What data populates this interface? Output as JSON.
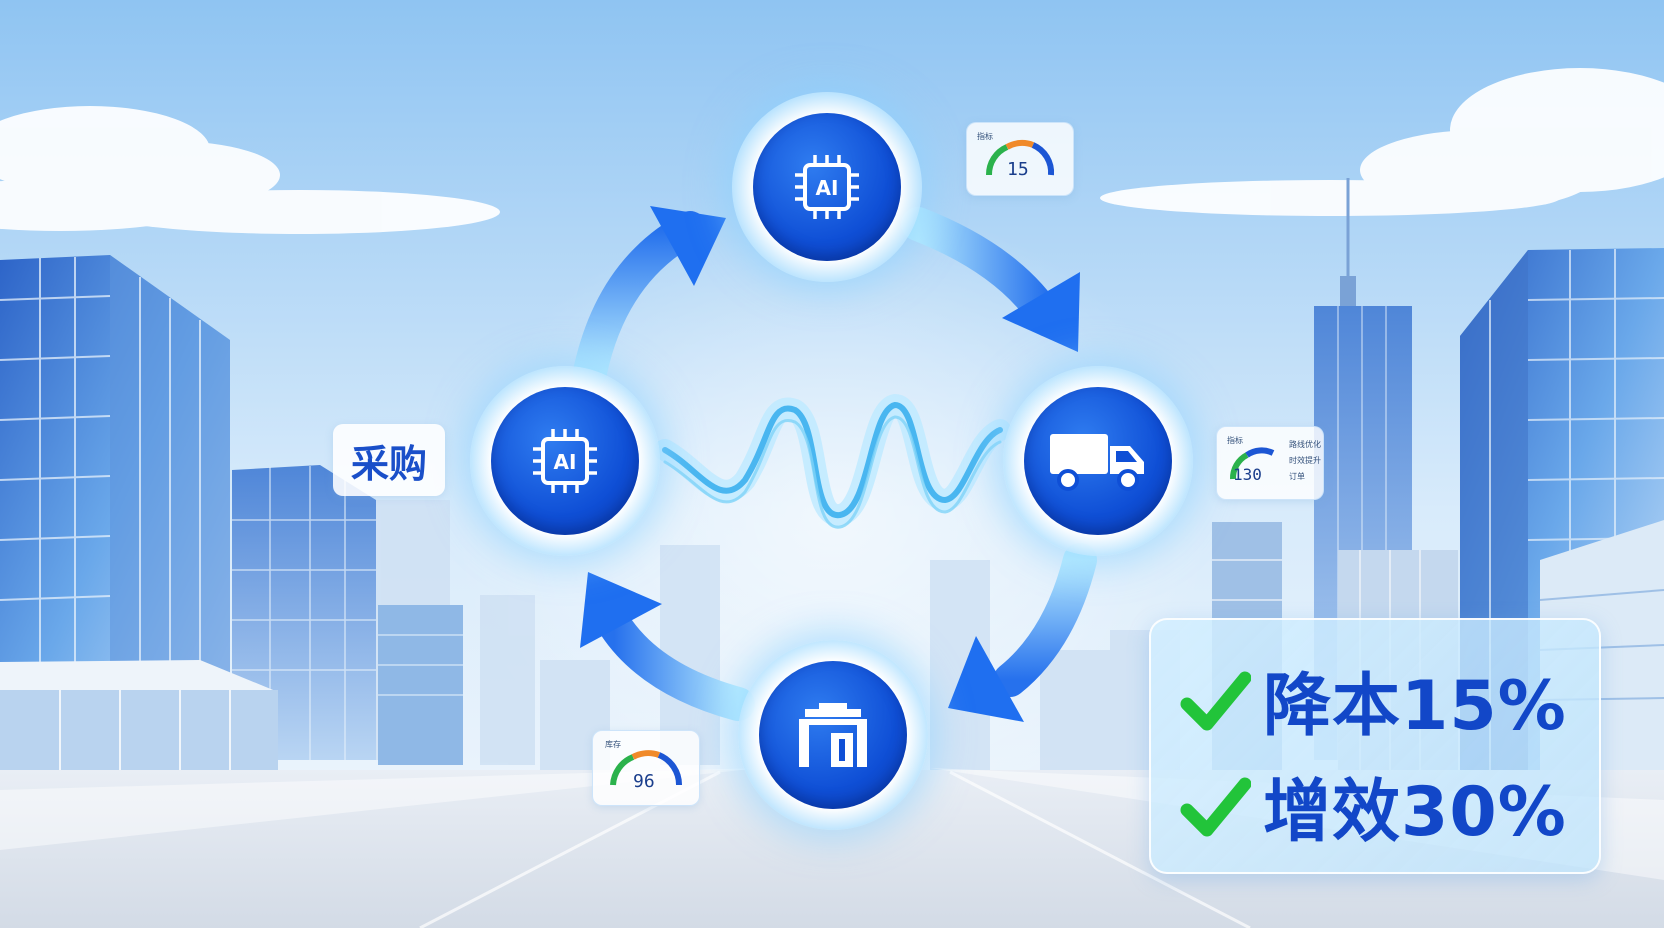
{
  "nodes": [
    {
      "id": "top",
      "icon": "ai-chip-icon",
      "text": "AI"
    },
    {
      "id": "left",
      "icon": "ai-chip-icon",
      "text": "AI"
    },
    {
      "id": "right",
      "icon": "delivery-truck-icon"
    },
    {
      "id": "bottom",
      "icon": "warehouse-icon"
    }
  ],
  "procurement_label": "采购",
  "gauges": {
    "top": {
      "value": "15",
      "small": "指标"
    },
    "right": {
      "value": "130",
      "small": "指标",
      "side_lines": [
        "路线优化",
        "时效提升",
        "订单"
      ]
    },
    "bottom": {
      "value": "96",
      "small": "库存"
    }
  },
  "results": [
    {
      "text": "降本15%",
      "icon": "check-icon"
    },
    {
      "text": "增效30%",
      "icon": "check-icon"
    }
  ],
  "colors": {
    "sky_top": "#8fc4f2",
    "sky_bottom": "#eaf4fc",
    "node_blue": "#0f4fd6",
    "arrow_blue": "#1f6ff0",
    "text_blue": "#1247c8",
    "check_green": "#22c43a"
  }
}
